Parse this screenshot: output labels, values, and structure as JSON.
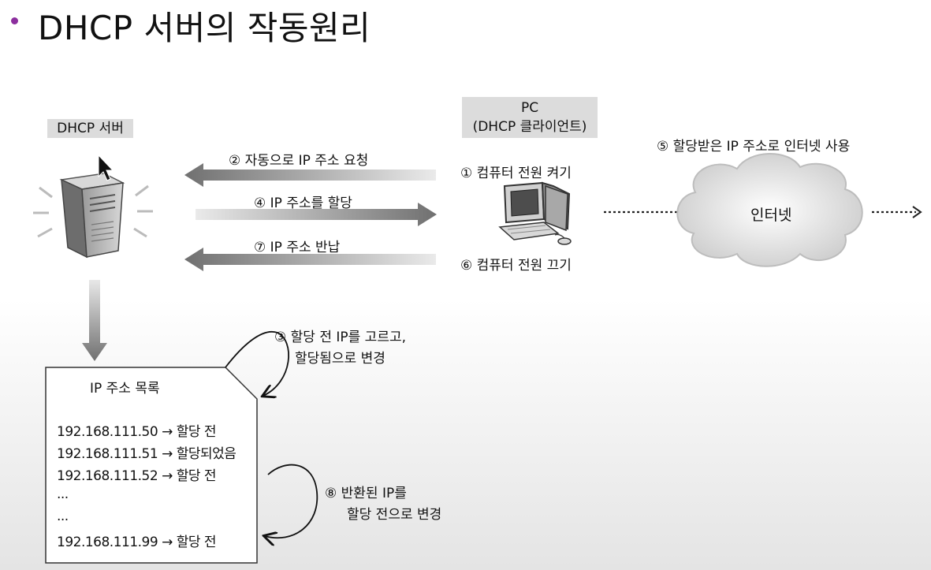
{
  "slide": {
    "title": "DHCP 서버의 작동원리"
  },
  "diagram": {
    "server_label": "DHCP 서버",
    "pc_label_line1": "PC",
    "pc_label_line2": "(DHCP 클라이언트)",
    "cloud_label": "인터넷",
    "steps": {
      "s1": "① 컴퓨터 전원 켜기",
      "s2": "② 자동으로 IP 주소 요청",
      "s3_line1": "③ 할당 전 IP를 고르고,",
      "s3_line2": "할당됨으로 변경",
      "s4": "④ IP 주소를 할당",
      "s5": "⑤ 할당받은 IP 주소로 인터넷 사용",
      "s6": "⑥ 컴퓨터 전원 끄기",
      "s7": "⑦ IP 주소 반납",
      "s8_line1": "⑧ 반환된 IP를",
      "s8_line2": "할당 전으로 변경"
    },
    "ip_list": {
      "heading": "IP 주소 목록",
      "rows": [
        "192.168.111.50 → 할당 전",
        "192.168.111.51 → 할당되었음",
        "192.168.111.52 → 할당 전",
        "...",
        "...",
        "192.168.111.99 → 할당 전"
      ]
    }
  }
}
